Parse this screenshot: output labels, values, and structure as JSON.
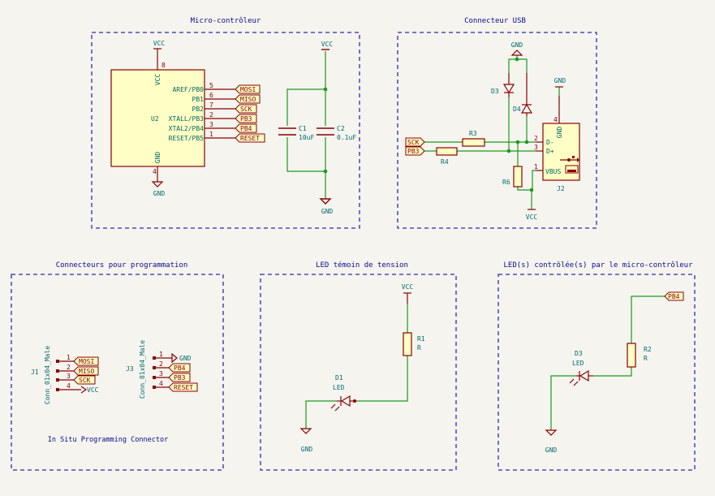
{
  "blocks": {
    "mcu": "Micro-contrôleur",
    "usb": "Connecteur USB",
    "prog": "Connecteurs pour programmation",
    "led_power": "LED témoin de tension",
    "led_mcu": "LED(s) contrôlée(s) par le micro-contrôleur"
  },
  "u2": {
    "ref": "U2",
    "vcc_label": "VCC",
    "gnd_label": "GND",
    "pin_vcc": "8",
    "pin_gnd": "4",
    "pins": [
      {
        "name": "AREF/PB0",
        "num": "5",
        "net": "MOSI"
      },
      {
        "name": "PB1",
        "num": "6",
        "net": "MISO"
      },
      {
        "name": "PB2",
        "num": "7",
        "net": "SCK"
      },
      {
        "name": "XTALL/PB3",
        "num": "2",
        "net": "PB3"
      },
      {
        "name": "XTAL2/PB4",
        "num": "3",
        "net": "PB4"
      },
      {
        "name": "RESET/PB5",
        "num": "1",
        "net": "RESET"
      }
    ]
  },
  "power": {
    "vcc": "VCC",
    "gnd": "GND"
  },
  "c1": {
    "ref": "C1",
    "value": "10uF"
  },
  "c2": {
    "ref": "C2",
    "value": "0.1uF"
  },
  "usb": {
    "d3": "D3",
    "d4": "D4",
    "r3": "R3",
    "r4": "R4",
    "r6": "R6",
    "j2": "J2",
    "net_sck": "SCK",
    "net_pb3": "PB3",
    "pin_dm_num": "2",
    "pin_dp_num": "3",
    "pin_vbus_num": "1",
    "pin_gnd_num": "4",
    "pin_dm": "D-",
    "pin_dp": "D+",
    "pin_vbus": "VBUS",
    "pin_gnd": "GND"
  },
  "j1": {
    "ref": "J1",
    "value": "Conn_01x04_Male",
    "pins": [
      {
        "num": "1",
        "net": "MOSI"
      },
      {
        "num": "2",
        "net": "MISO"
      },
      {
        "num": "3",
        "net": "SCK"
      },
      {
        "num": "4",
        "net": "VCC"
      }
    ]
  },
  "j3": {
    "ref": "J3",
    "value": "Conn_01x04_Male",
    "pins": [
      {
        "num": "1",
        "net": "GND"
      },
      {
        "num": "2",
        "net": "PB4"
      },
      {
        "num": "3",
        "net": "PB3"
      },
      {
        "num": "4",
        "net": "RESET"
      }
    ]
  },
  "isp_note": "In Situ Programming Connector",
  "r1": {
    "ref": "R1",
    "value": "R"
  },
  "d1": {
    "ref": "D1",
    "value": "LED"
  },
  "r2": {
    "ref": "R2",
    "value": "R"
  },
  "d3b": {
    "ref": "D3",
    "value": "LED"
  },
  "pb4_label": "PB4",
  "colors": {
    "background": "#f5f4ef",
    "frame": "#2b2bb0",
    "wire": "#1c9a1c",
    "component": "#8a0000",
    "body_fill": "#fffec4",
    "text": "#006a6a",
    "title": "#0b0b8a"
  }
}
